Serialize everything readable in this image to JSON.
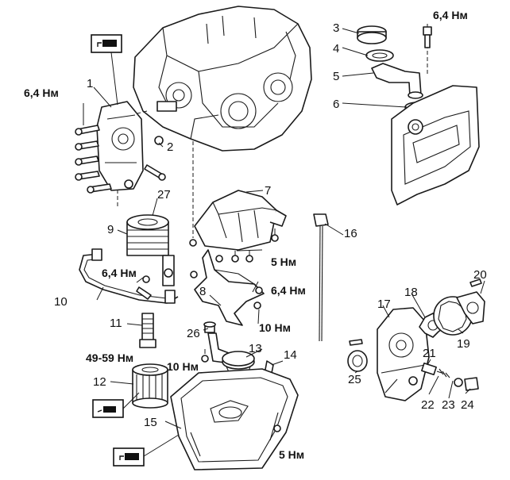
{
  "callouts": [
    "1",
    "2",
    "3",
    "4",
    "5",
    "6",
    "7",
    "8",
    "9",
    "10",
    "11",
    "12",
    "13",
    "14",
    "15",
    "16",
    "17",
    "18",
    "19",
    "20",
    "21",
    "22",
    "23",
    "24",
    "25",
    "26",
    "27"
  ],
  "torques": {
    "bolt_1": "6,4 Нм",
    "oil_pipe_bolt": "6,4 Нм",
    "pickup_bolt": "6,4 Нм",
    "pump_bracket": "6,4 Нм",
    "baffle_bolt": "5 Нм",
    "bracket_bolt": "10 Нм",
    "strainer_bolt": "10 Нм",
    "oil_pan_bolt": "5 Нм",
    "filter_connector": "49-59 Нм"
  },
  "icons": [
    "sealant-icon",
    "oil-can-icon",
    "sealant-icon"
  ]
}
